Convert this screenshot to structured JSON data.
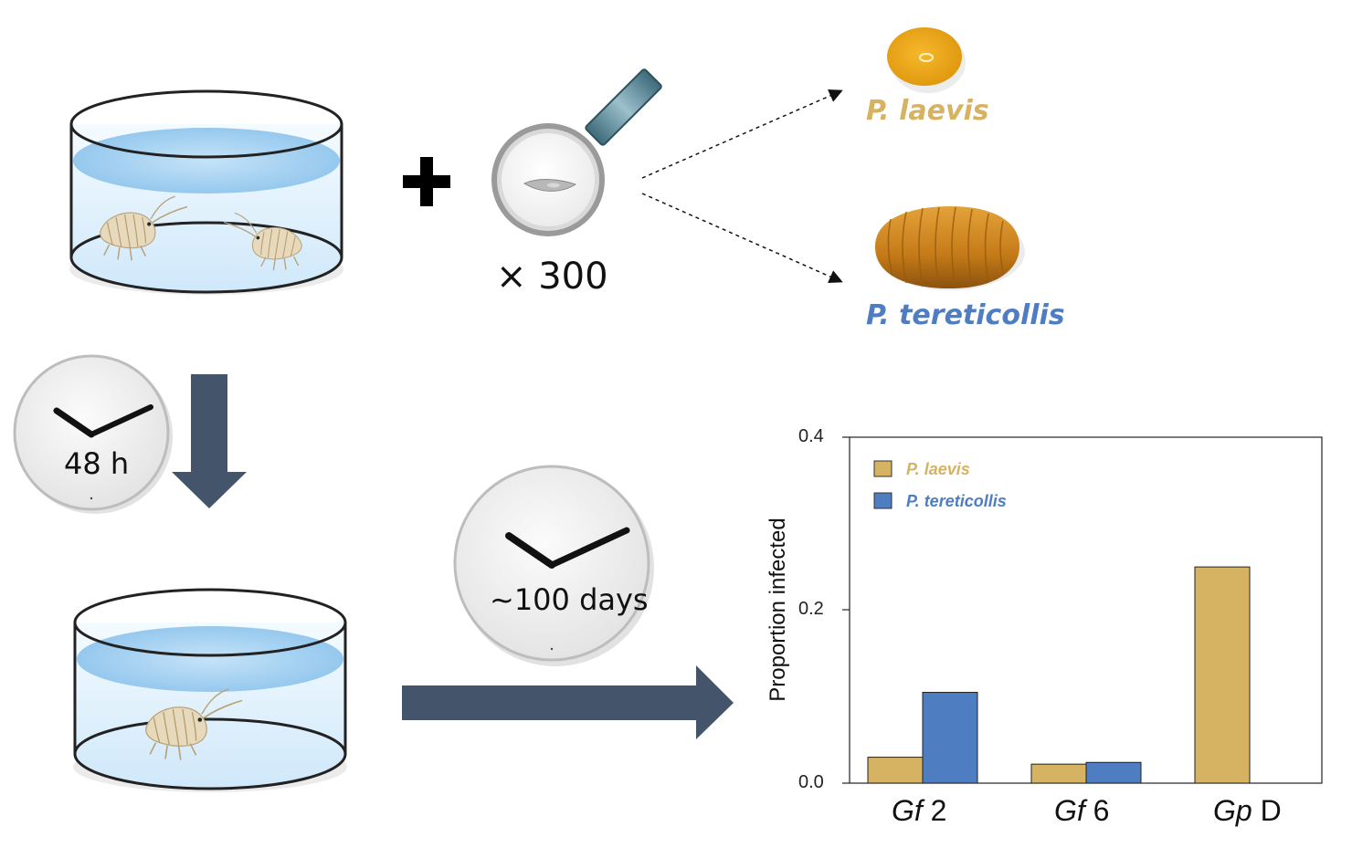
{
  "colors": {
    "laevis": "#d6b263",
    "tereticollis": "#4e7ec1",
    "arrow": "#44546a",
    "water": "#a9d3f3"
  },
  "icons": [
    "water-tank-icon",
    "gammarid-icon",
    "magnifier-icon",
    "parasite-egg-icon",
    "clock-icon",
    "cystacanth-icon",
    "arrow-icon"
  ],
  "labels": {
    "count": "× 300",
    "laevis": "P. laevis",
    "tereticollis": "P. tereticollis",
    "clock_short": "48 h",
    "clock_long": "~100 days"
  },
  "chart_data": {
    "type": "bar",
    "ylabel": "Proportion infected",
    "ylim": [
      0,
      0.4
    ],
    "yticks": [
      "0.0",
      "0.2",
      "0.4"
    ],
    "categories": [
      {
        "italic": "Gf",
        "rest": " 2"
      },
      {
        "italic": "Gf",
        "rest": " 6"
      },
      {
        "italic": "Gp",
        "rest": " D"
      }
    ],
    "series": [
      {
        "name": "P. laevis",
        "color": "#d6b263",
        "values": [
          0.03,
          0.022,
          0.25
        ]
      },
      {
        "name": "P. tereticollis",
        "color": "#4e7ec1",
        "values": [
          0.105,
          0.024,
          0
        ]
      }
    ],
    "legend": "top-left",
    "grid": false
  }
}
